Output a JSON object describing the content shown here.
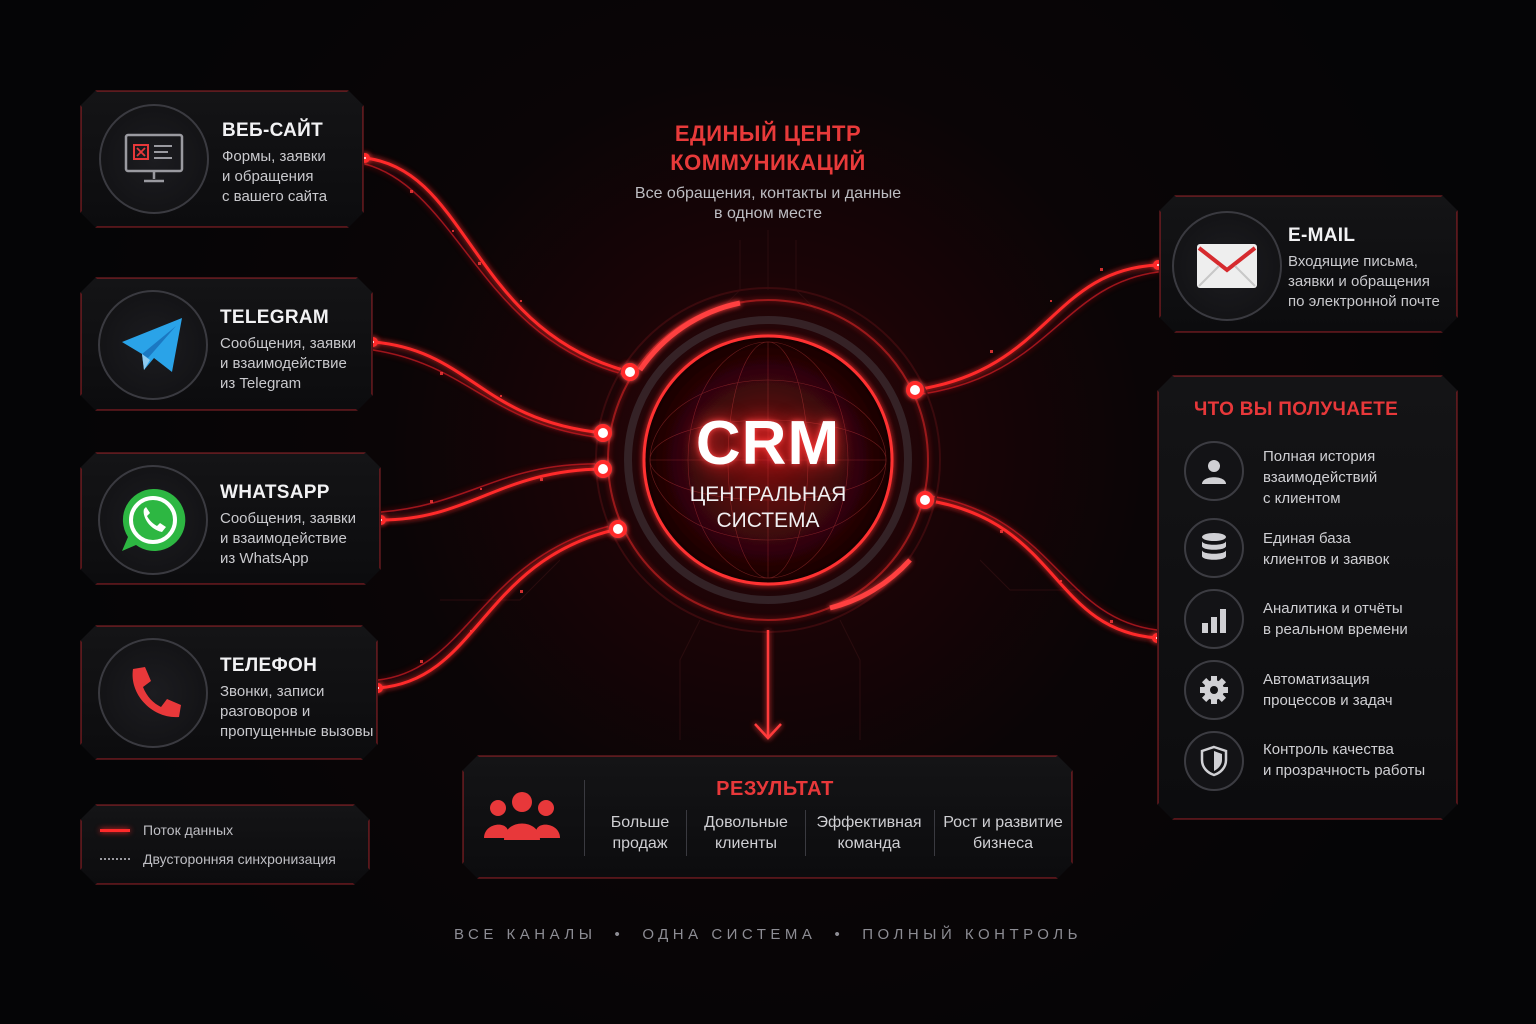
{
  "hub": {
    "title_line1": "ЕДИНЫЙ ЦЕНТР",
    "title_line2": "КОММУНИКАЦИЙ",
    "subtitle_line1": "Все обращения, контакты и данные",
    "subtitle_line2": "в одном месте",
    "core_title": "CRM",
    "core_line1": "ЦЕНТРАЛЬНАЯ",
    "core_line2": "СИСТЕМА"
  },
  "channels": [
    {
      "title": "ВЕБ-САЙТ",
      "desc": "Формы, заявки\nи обращения\nс вашего сайта",
      "icon": "monitor-icon"
    },
    {
      "title": "TELEGRAM",
      "desc": "Сообщения, заявки\nи взаимодействие\nиз Telegram",
      "icon": "telegram-icon"
    },
    {
      "title": "WHATSAPP",
      "desc": "Сообщения, заявки\nи взаимодействие\nиз WhatsApp",
      "icon": "whatsapp-icon"
    },
    {
      "title": "ТЕЛЕФОН",
      "desc": "Звонки, записи\nразговоров и\nпропущенные вызовы",
      "icon": "phone-icon"
    },
    {
      "title": "E-MAIL",
      "desc": "Входящие письма,\nзаявки и обращения\nпо электронной почте",
      "icon": "envelope-icon"
    }
  ],
  "benefits": {
    "title": "ЧТО ВЫ ПОЛУЧАЕТЕ",
    "items": [
      {
        "text": "Полная история\nвзаимодействий\nс клиентом",
        "icon": "user-icon"
      },
      {
        "text": "Единая база\nклиентов и заявок",
        "icon": "database-icon"
      },
      {
        "text": "Аналитика и отчёты\nв реальном времени",
        "icon": "bar-chart-icon"
      },
      {
        "text": "Автоматизация\nпроцессов и задач",
        "icon": "gear-icon"
      },
      {
        "text": "Контроль качества\nи прозрачность работы",
        "icon": "shield-icon"
      }
    ]
  },
  "result": {
    "title": "РЕЗУЛЬТАТ",
    "icon": "team-icon",
    "items": [
      "Больше\nпродаж",
      "Довольные\nклиенты",
      "Эффективная\nкоманда",
      "Рост и развитие\nбизнеса"
    ]
  },
  "legend": {
    "flow": "Поток данных",
    "sync": "Двусторонняя синхронизация"
  },
  "footer": [
    "ВСЕ КАНАЛЫ",
    "ОДНА СИСТЕМА",
    "ПОЛНЫЙ КОНТРОЛЬ"
  ],
  "colors": {
    "accent": "#e8383a",
    "glow": "#ff2a2a",
    "background": "#050506"
  }
}
